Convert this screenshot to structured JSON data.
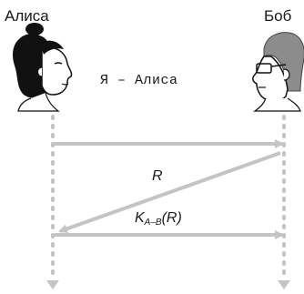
{
  "actors": {
    "left": {
      "name": "Алиса"
    },
    "right": {
      "name": "Боб"
    }
  },
  "messages": [
    {
      "label": "Я – Алиса",
      "direction": "left-to-right"
    },
    {
      "label": "R",
      "direction": "right-to-left"
    },
    {
      "label_main": "K",
      "label_sub": "A–B",
      "label_arg": "(R)",
      "direction": "left-to-right"
    }
  ],
  "colors": {
    "arrow": "#c4c4c4",
    "lifeline": "#c4c4c4",
    "text": "#1a1a1a"
  }
}
